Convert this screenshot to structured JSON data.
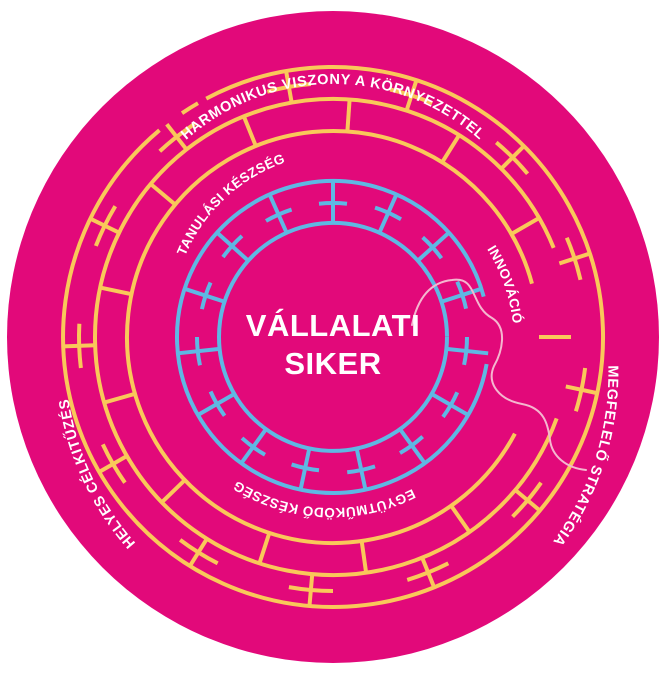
{
  "diagram": {
    "center": {
      "line1": "VÁLLALATI",
      "line2": "SIKER"
    },
    "outer_labels": {
      "top": "HARMONIKUS VISZONY A KÖRNYEZETTEL",
      "left": "HELYES CÉLKITŰZÉS",
      "right": "MEGFELELŐ STRATÉGIA"
    },
    "inner_labels": {
      "top_left": "TANULÁSI KÉSZSÉG",
      "right": "INNOVÁCIÓ",
      "bottom": "EGYÜTMŰKÖDŐ KÉSZSÉG"
    },
    "colors": {
      "disc": "#e2097a",
      "outer_maze": "#f9c85a",
      "inner_maze": "#5fb8e3",
      "path_line": "#f4b7cf",
      "text": "#ffffff"
    }
  }
}
